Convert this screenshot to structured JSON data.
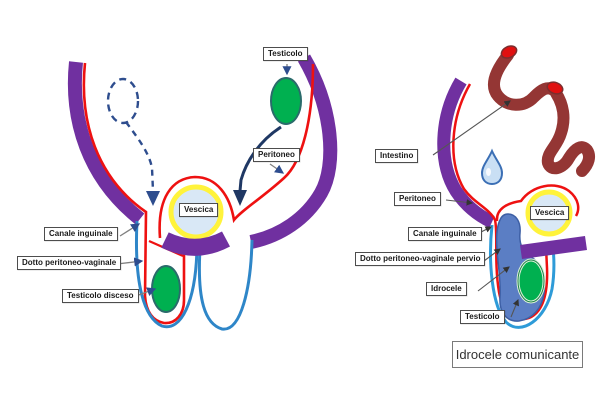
{
  "left_panel": {
    "description_labels": {
      "testicolo": "Testicolo",
      "peritoneo": "Peritoneo",
      "vescica": "Vescica",
      "canale_inguinale": "Canale inguinale",
      "dotto_peritoneo_vaginale": "Dotto peritoneo-vaginale",
      "testicolo_disceso": "Testicolo disceso"
    }
  },
  "right_panel": {
    "description_labels": {
      "intestino": "Intestino",
      "peritoneo": "Peritoneo",
      "vescica": "Vescica",
      "canale_inguinale": "Canale inguinale",
      "dotto_peritoneo_vaginale_pervio": "Dotto peritoneo-vaginale pervio",
      "idrocele": "Idrocele",
      "testicolo": "Testicolo"
    },
    "caption": "Idrocele comunicante"
  },
  "icons": {
    "water_drop": "water-drop-icon",
    "intestine": "intestine-icon"
  },
  "colors": {
    "abdominal_wall_purple": "#7030A0",
    "peritoneum_red": "#EE1111",
    "descent_arrow_navy": "#1F3864",
    "scrotum_blue": "#2E86C8",
    "hydrocele_fluid_blue": "#5B7EC4",
    "testis_green": "#00B050",
    "bladder_ring_yellow": "#FFF33B",
    "bladder_fill": "#D9E8F6",
    "intestine_maroon": "#943634",
    "intestine_opening_red": "#E01010",
    "label_border": "#4d4d4d",
    "background": "#FFFFFF"
  }
}
